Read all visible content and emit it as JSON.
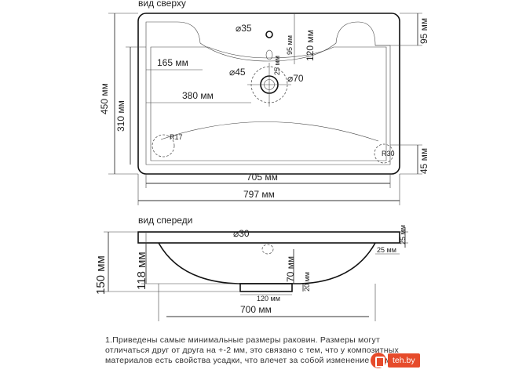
{
  "views": {
    "top_title": "вид сверху",
    "front_title": "вид спереди"
  },
  "top_view": {
    "dim_width_outer": "797 мм",
    "dim_width_inner": "705 мм",
    "dim_depth_outer": "450 мм",
    "dim_depth_inner": "310 мм",
    "dim_side_offset": "165 мм",
    "dim_drain_pos": "380 мм",
    "dim_tap_hole": "35",
    "dim_overflow_to_edge": "120 мм",
    "dim_top_ledge": "95 мм",
    "dim_small_95": "95 мм",
    "dim_small_25": "25 мм",
    "dim_drain_inner": "45",
    "dim_drain_outer": "70",
    "dim_bottom_edge": "45 мм",
    "radius_left": "R17",
    "radius_right": "R30"
  },
  "front_view": {
    "dim_total_height": "150 мм",
    "dim_bowl_height": "118 мм",
    "dim_overflow": "30",
    "dim_bottom_width": "700 мм",
    "dim_drain_depth": "70 мм",
    "dim_drain_neck": "120 мм",
    "dim_neck_height": "20 мм",
    "dim_rim_25": "25 мм",
    "dim_rim_25_side": "25 мм"
  },
  "note": {
    "line1": "1.Приведены самые минимальные размеры раковин. Размеры могут",
    "line2": "отличаться друг от друга на +-2 мм, это связано с тем, что у композитных",
    "line3": "материалов есть свойства усадки, что влечет за собой изменение разме"
  },
  "watermark": {
    "site": "teh.by"
  }
}
